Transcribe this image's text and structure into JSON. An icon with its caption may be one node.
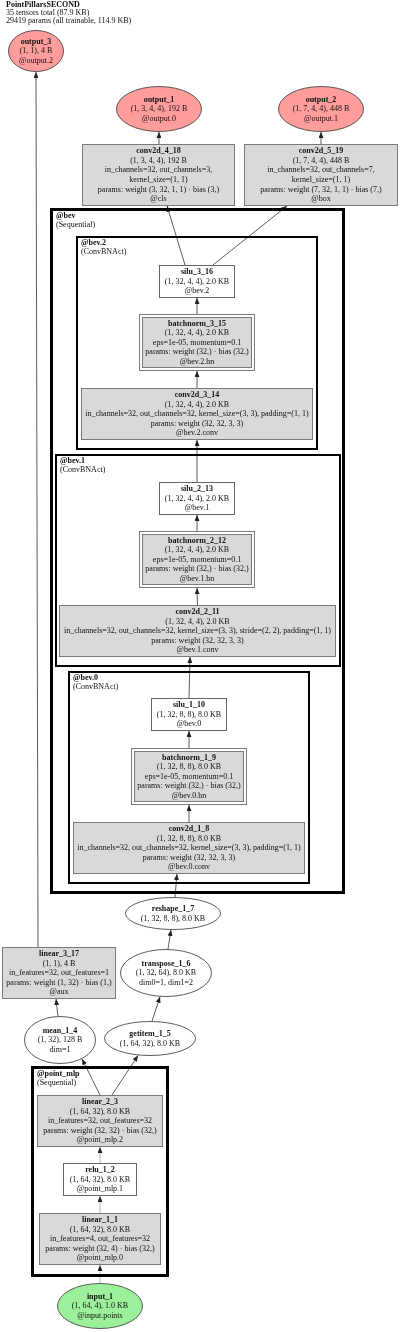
{
  "diagram": {
    "title": "PointPillarsSECOND",
    "nodes": [
      {
        "text": [
          "output_3",
          "(1, 1), 4 B",
          "@output.2"
        ]
      },
      {
        "text": [
          "output_1",
          "(1, 3, 4, 4), 192 B",
          "@output.0"
        ]
      },
      {
        "text": [
          "output_2",
          "(1, 7, 4, 4), 448 B",
          "@output.1"
        ]
      },
      {
        "text": [
          "conv2d_4_18",
          "(1, 3, 4, 4), 192 B",
          "in_channels=32, out_channels=3, kernel_size=(1, 1)",
          "params: weight (3, 32, 1, 1) · bias (3,)",
          "@cls"
        ]
      },
      {
        "text": [
          "conv2d_5_19",
          "(1, 7, 4, 4), 448 B",
          "in_channels=32, out_channels=7, kernel_size=(1, 1)",
          "params: weight (7, 32, 1, 1) · bias (7,)",
          "@box"
        ]
      },
      {
        "text": [
          "@bev",
          "(Sequential)"
        ]
      },
      {
        "text": [
          "@bev.2",
          "(ConvBNAct)"
        ],
        "in": 5
      },
      {
        "text": [
          "silu_3_16",
          "(1, 32, 4, 4), 2.0 KB",
          "@bev.2"
        ],
        "in": 6
      },
      {
        "text": [
          "batchnorm_3_15",
          "(1, 32, 4, 4), 2.0 KB",
          "eps=1e-05, momentum=0.1",
          "params: weight (32,) · bias (32,)",
          "@bev.2.bn"
        ],
        "in": 6
      },
      {
        "text": [
          "conv2d_3_14",
          "(1, 32, 4, 4), 2.0 KB",
          "in_channels=32, out_channels=32, kernel_size=(3, 3), padding=(1, 1)",
          "params: weight (32, 32, 3, 3)",
          "@bev.2.conv"
        ],
        "in": 6
      },
      {
        "text": [
          "@bev.1",
          "(ConvBNAct)"
        ],
        "in": 5
      },
      {
        "text": [
          "silu_2_13",
          "(1, 32, 4, 4), 2.0 KB",
          "@bev.1"
        ],
        "in": 10
      },
      {
        "text": [
          "batchnorm_2_12",
          "(1, 32, 4, 4), 2.0 KB",
          "eps=1e-05, momentum=0.1",
          "params: weight (32,) · bias (32,)",
          "@bev.1.bn"
        ],
        "in": 10
      },
      {
        "text": [
          "conv2d_2_11",
          "(1, 32, 4, 4), 2.0 KB",
          "in_channels=32, out_channels=32, kernel_size=(3, 3), stride=(2, 2), padding=(1, 1)",
          "params: weight (32, 32, 3, 3)",
          "@bev.1.conv"
        ],
        "in": 10
      },
      {
        "text": [
          "@bev.0",
          "(ConvBNAct)"
        ],
        "in": 5
      },
      {
        "text": [
          "silu_1_10",
          "(1, 32, 8, 8), 8.0 KB",
          "@bev.0"
        ],
        "in": 14
      },
      {
        "text": [
          "batchnorm_1_9",
          "(1, 32, 8, 8), 8.0 KB",
          "eps=1e-05, momentum=0.1",
          "params: weight (32,) · bias (32,)",
          "@bev.0.bn"
        ],
        "in": 14
      },
      {
        "text": [
          "conv2d_1_8",
          "(1, 32, 8, 8), 8.0 KB",
          "in_channels=32, out_channels=32, kernel_size=(3, 3), padding=(1, 1)",
          "params: weight (32, 32, 3, 3)",
          "@bev.0.conv"
        ],
        "in": 14
      },
      {
        "text": [
          "reshape_1_7",
          "(1, 32, 8, 8), 8.0 KB"
        ]
      },
      {
        "text": [
          "linear_3_17",
          "(1, 1), 4 B",
          "in_features=32, out_features=1",
          "params: weight (1, 32) · bias (1,)",
          "@aux"
        ]
      },
      {
        "text": [
          "transpose_1_6",
          "(1, 32, 64), 8.0 KB",
          "dim0=1, dim1=2"
        ]
      },
      {
        "text": [
          "mean_1_4",
          "(1, 32), 128 B",
          "dim=1"
        ]
      },
      {
        "text": [
          "getitem_1_5",
          "(1, 64, 32), 8.0 KB"
        ]
      },
      {
        "text": [
          "@point_mlp",
          "(Sequential)"
        ]
      },
      {
        "text": [
          "linear_2_3",
          "(1, 64, 32), 8.0 KB",
          "in_features=32, out_features=32",
          "params: weight (32, 32) · bias (32,)",
          "@point_mlp.2"
        ],
        "in": 23
      },
      {
        "text": [
          "relu_1_2",
          "(1, 64, 32), 8.0 KB",
          "@point_mlp.1"
        ],
        "in": 23
      },
      {
        "text": [
          "linear_1_1",
          "(1, 64, 32), 8.0 KB",
          "in_features=4, out_features=32",
          "params: weight (32, 4) · bias (32,)",
          "@point_mlp.0"
        ],
        "in": 23
      },
      {
        "text": [
          "input_1",
          "(1, 64, 4), 1.0 KB",
          "@input.points"
        ]
      }
    ],
    "edges": [
      {
        "from": 27,
        "to": 26,
        "arrow": "to",
        "color": "#a0a0a0"
      },
      {
        "from": 26,
        "to": 25,
        "arrow": "to",
        "color": "#a0a0a0"
      },
      {
        "from": 25,
        "to": 24,
        "arrow": "to",
        "color": "#a0a0a0"
      },
      {
        "from": 24,
        "to": 21,
        "arrow": "to"
      },
      {
        "from": 24,
        "to": 22,
        "arrow": "to"
      },
      {
        "from": 21,
        "to": 19,
        "arrow": "to"
      },
      {
        "from": 19,
        "to": 0,
        "arrow": "to"
      },
      {
        "from": 22,
        "to": 20,
        "arrow": "to"
      },
      {
        "from": 20,
        "to": 18,
        "arrow": "to"
      },
      {
        "from": 18,
        "to": 17,
        "arrow": "to"
      },
      {
        "from": 17,
        "to": 16,
        "arrow": "to"
      },
      {
        "from": 16,
        "to": 15,
        "arrow": "to"
      },
      {
        "from": 15,
        "to": 13,
        "arrow": "to"
      },
      {
        "from": 13,
        "to": 12,
        "arrow": "to"
      },
      {
        "from": 12,
        "to": 11,
        "arrow": "to"
      },
      {
        "from": 11,
        "to": 9,
        "arrow": "to"
      },
      {
        "from": 9,
        "to": 8,
        "arrow": "to"
      },
      {
        "from": 8,
        "to": 7,
        "arrow": "to"
      },
      {
        "from": 7,
        "to": 3,
        "arrow": "to"
      },
      {
        "from": 7,
        "to": 4,
        "arrow": "to"
      },
      {
        "from": 3,
        "to": 1,
        "arrow": "to"
      },
      {
        "from": 4,
        "to": 2,
        "arrow": "to"
      }
    ],
    "labels": [
      "35 tensors total (87.9 KB)",
      "29419 params (all trainable, 114.9 KB)"
    ]
  }
}
